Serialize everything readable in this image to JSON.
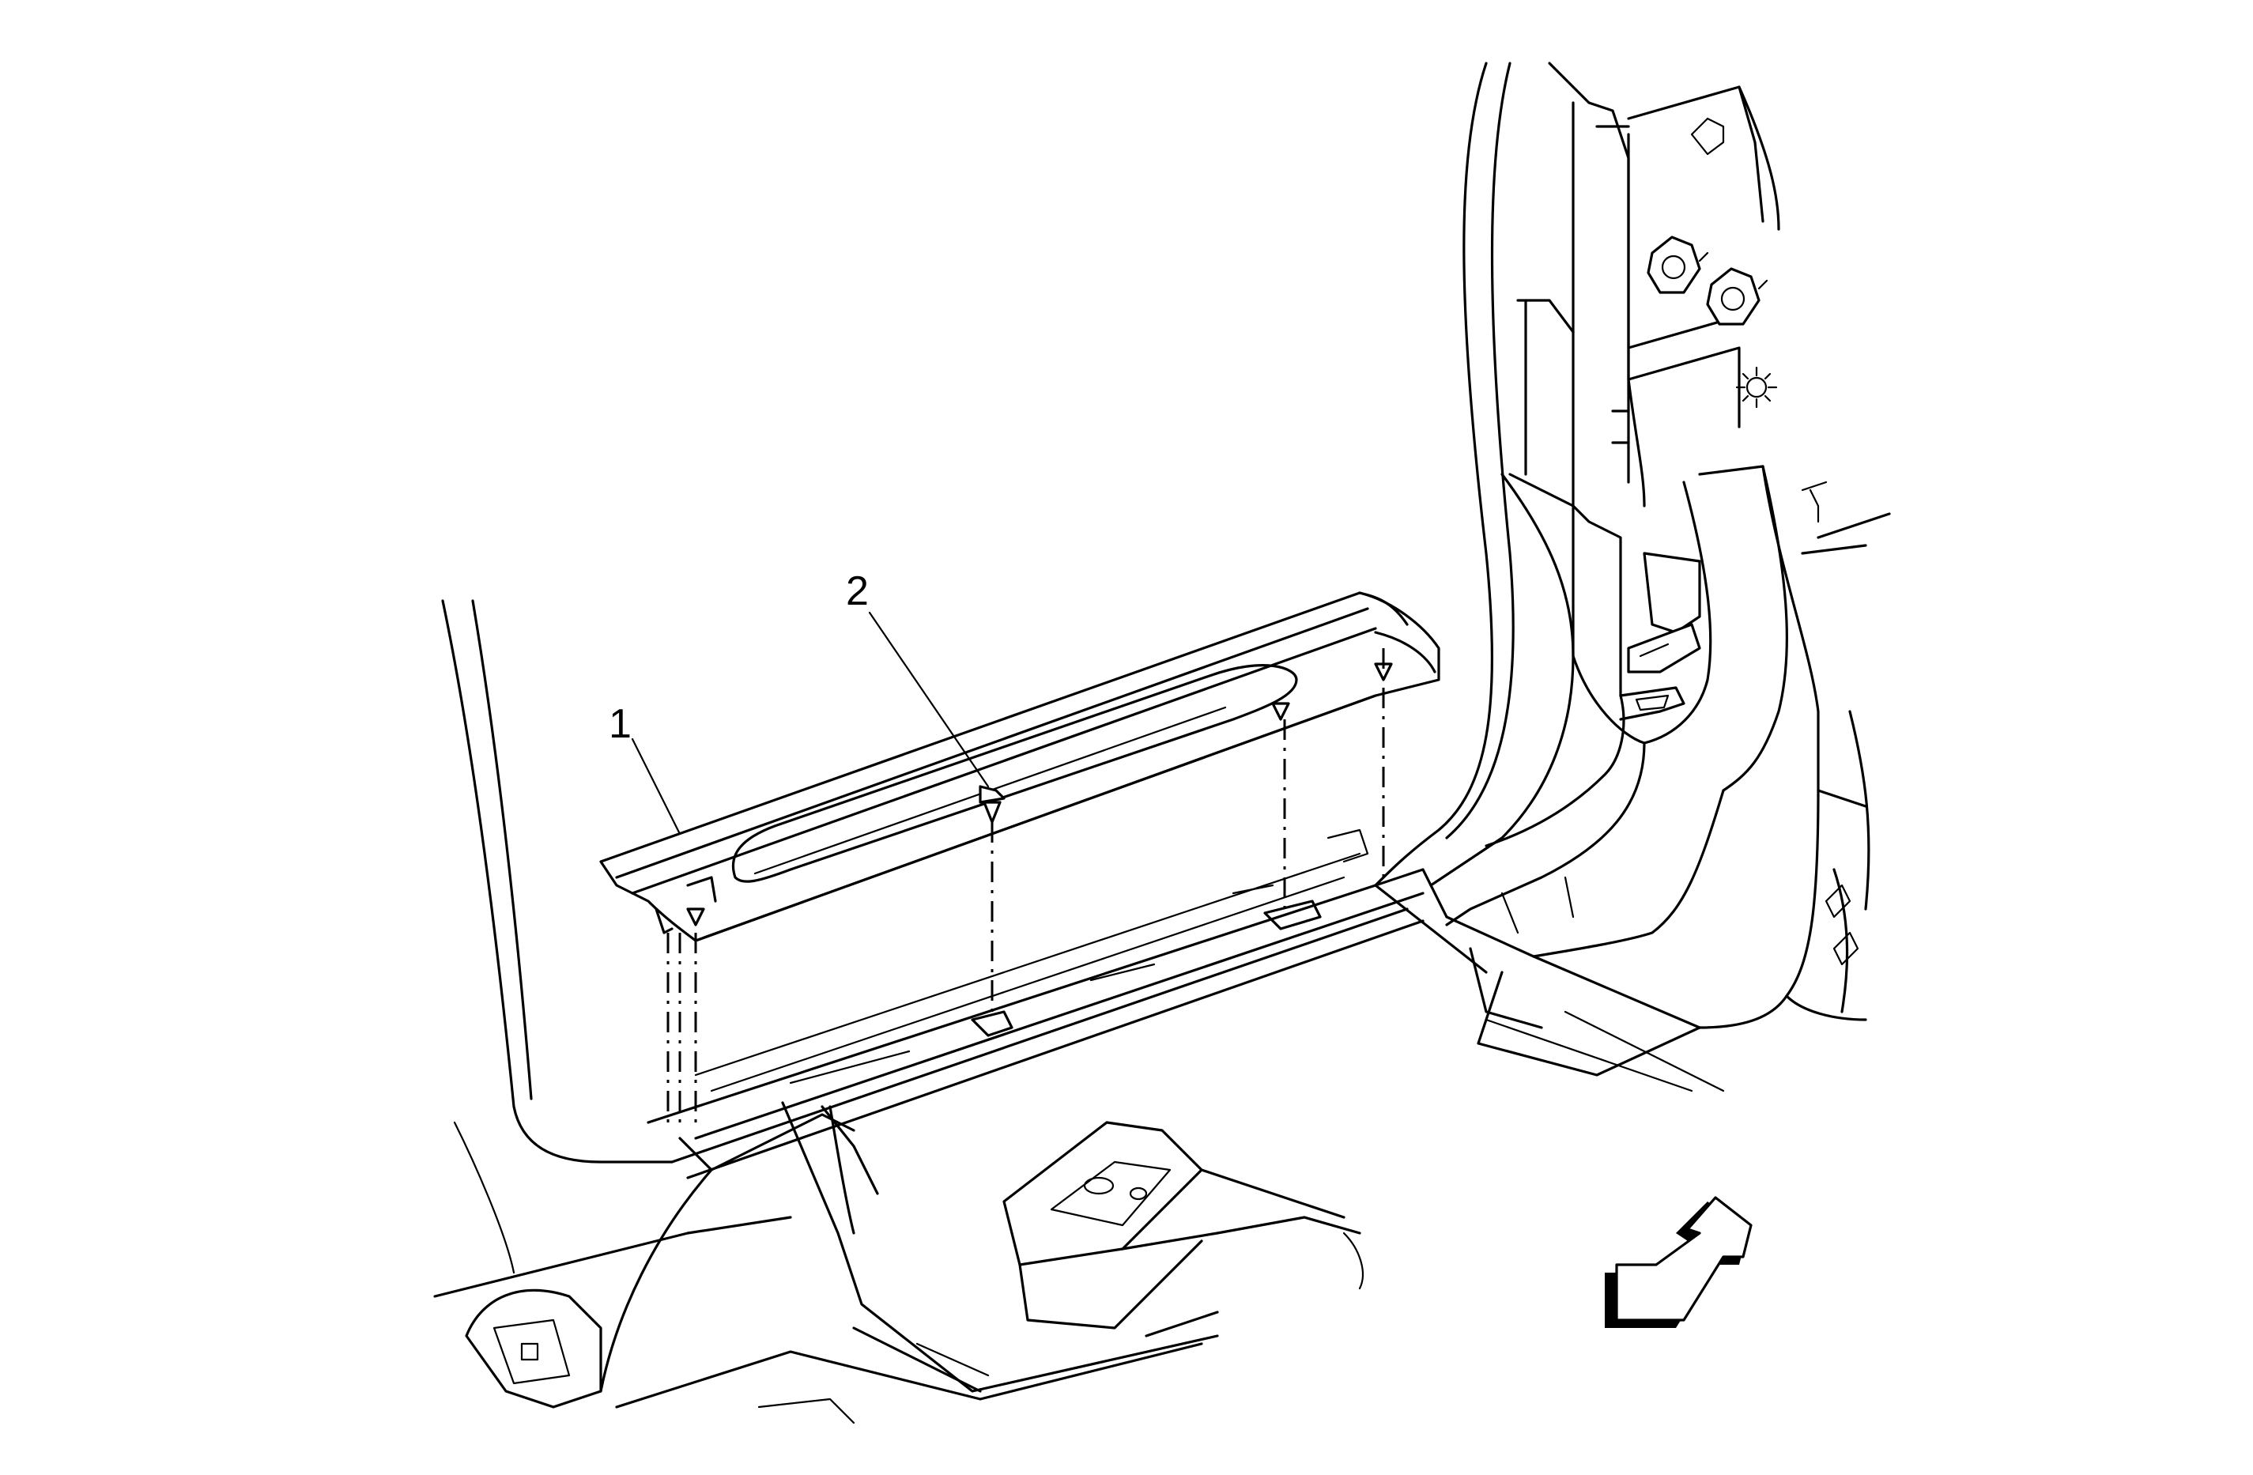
{
  "callouts": [
    {
      "label": "1",
      "part": "sill-trim-panel"
    },
    {
      "label": "2",
      "part": "retainer-clip"
    }
  ],
  "direction_arrow": {
    "icon": "front-direction-arrow-icon"
  },
  "colors": {
    "line": "#000000",
    "background": "#ffffff"
  }
}
